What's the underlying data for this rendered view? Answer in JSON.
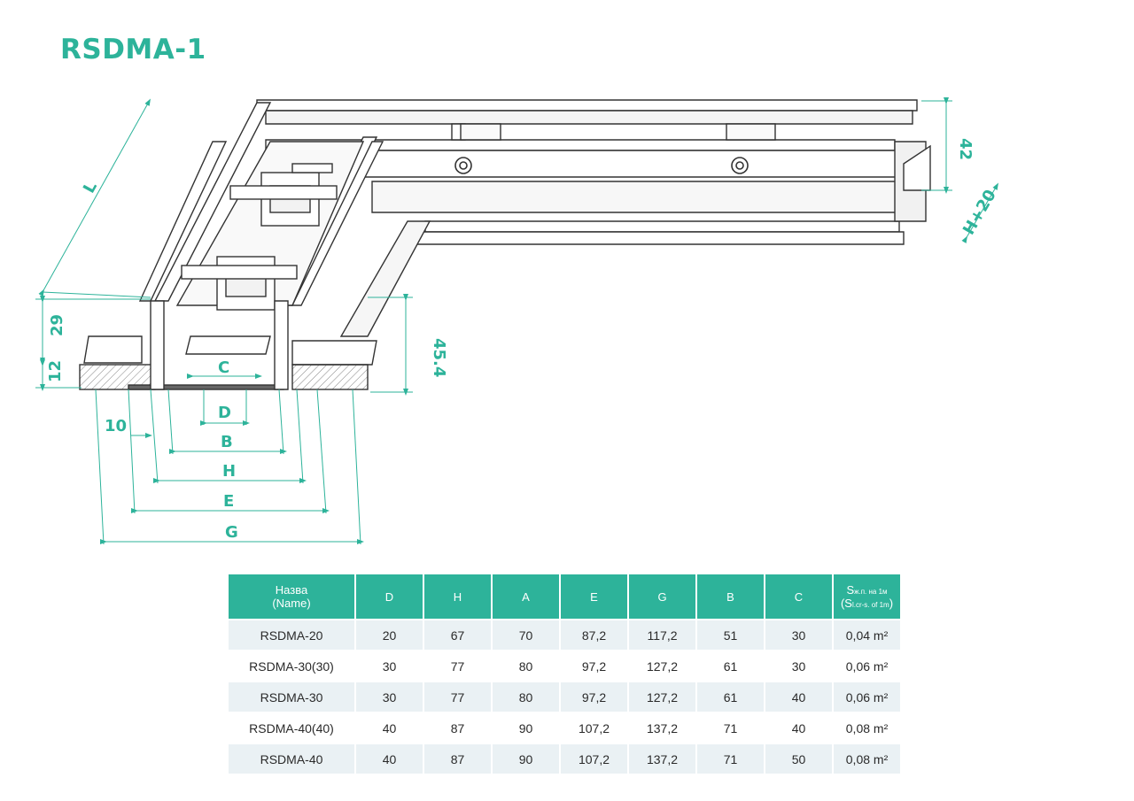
{
  "title": "RSDMA-1",
  "dimensions": {
    "L": "L",
    "h42": "42",
    "h_plus_20": "H+20",
    "d29": "29",
    "d12": "12",
    "d45_4": "45.4",
    "C": "C",
    "D": "D",
    "d10": "10",
    "B": "B",
    "H": "H",
    "E": "E",
    "G": "G"
  },
  "table": {
    "headers": {
      "name_line1": "Назва",
      "name_line2": "(Name)",
      "D": "D",
      "H": "H",
      "A": "A",
      "E": "E",
      "G": "G",
      "B": "B",
      "C": "C",
      "s_main": "S",
      "s_sub": "ж.п. на 1м",
      "s_line2_open": "(S",
      "s_line2_sub": "l.cr-s. of 1m",
      "s_line2_close": ")"
    },
    "rows": [
      {
        "name": "RSDMA-20",
        "D": "20",
        "H": "67",
        "A": "70",
        "E": "87,2",
        "G": "117,2",
        "B": "51",
        "C": "30",
        "S": "0,04 m²"
      },
      {
        "name": "RSDMA-30(30)",
        "D": "30",
        "H": "77",
        "A": "80",
        "E": "97,2",
        "G": "127,2",
        "B": "61",
        "C": "30",
        "S": "0,06 m²"
      },
      {
        "name": "RSDMA-30",
        "D": "30",
        "H": "77",
        "A": "80",
        "E": "97,2",
        "G": "127,2",
        "B": "61",
        "C": "40",
        "S": "0,06 m²"
      },
      {
        "name": "RSDMA-40(40)",
        "D": "40",
        "H": "87",
        "A": "90",
        "E": "107,2",
        "G": "137,2",
        "B": "71",
        "C": "40",
        "S": "0,08 m²"
      },
      {
        "name": "RSDMA-40",
        "D": "40",
        "H": "87",
        "A": "90",
        "E": "107,2",
        "G": "137,2",
        "B": "71",
        "C": "50",
        "S": "0,08 m²"
      }
    ]
  },
  "colors": {
    "accent": "#2db39a",
    "row_shade": "#eaf1f4",
    "line": "#333333"
  }
}
